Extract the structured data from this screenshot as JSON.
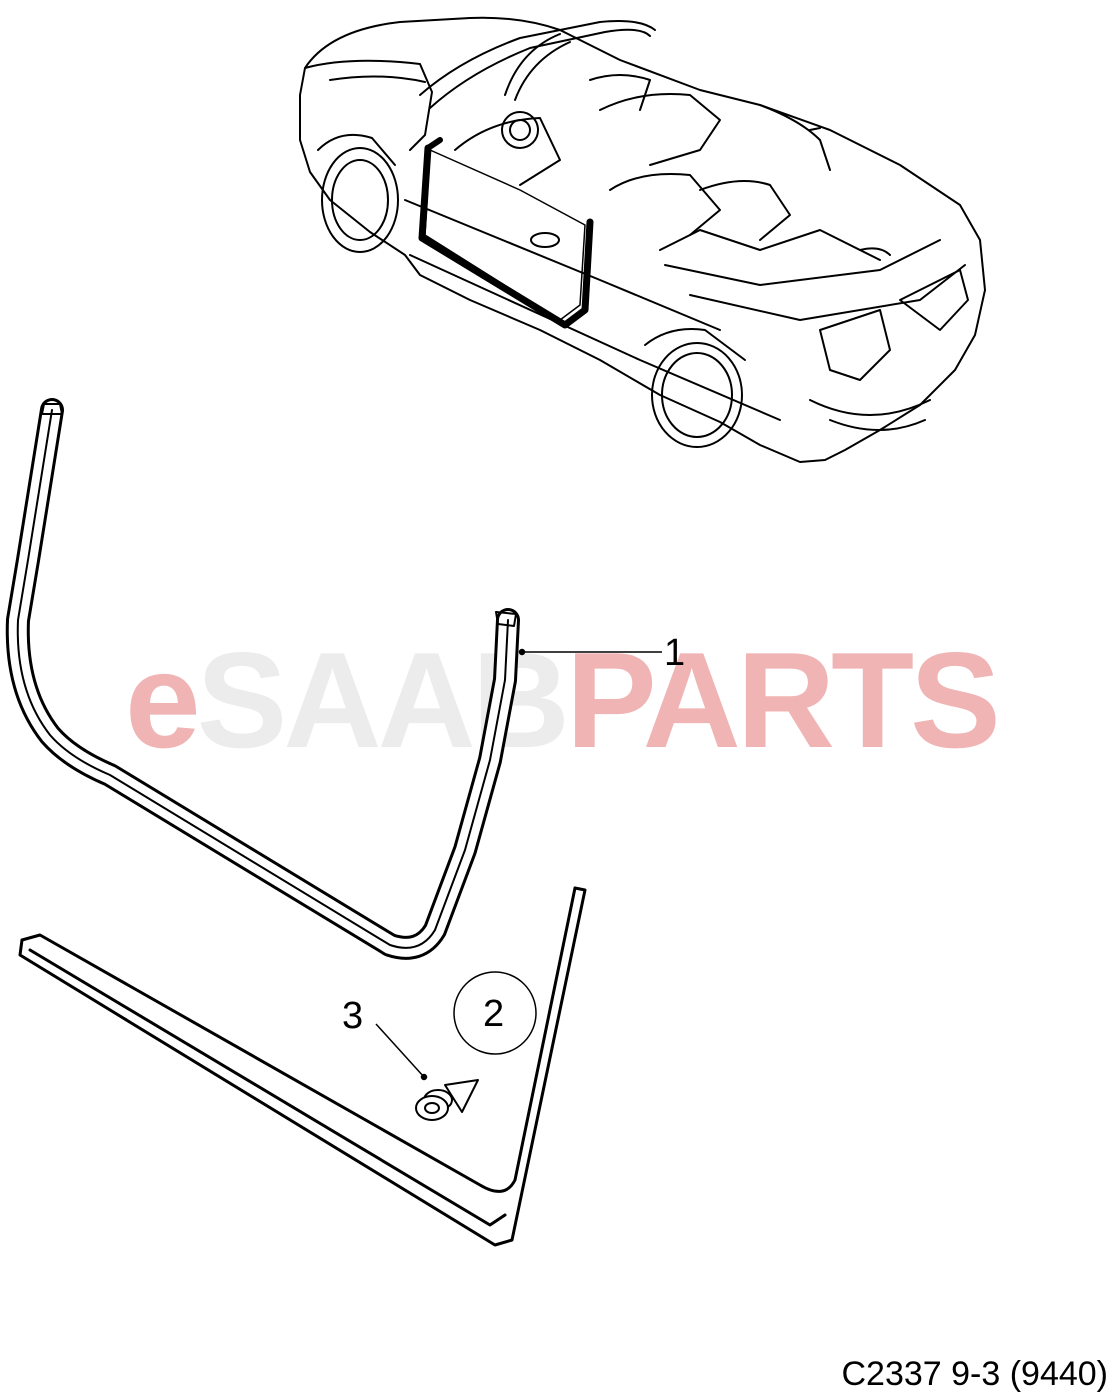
{
  "watermark": {
    "e": "e",
    "saab": "SAAB",
    "parts": "PARTS"
  },
  "callouts": {
    "part_1": "1",
    "part_2": "2",
    "part_3": "3"
  },
  "caption": "C2337 9-3 (9440)",
  "colors": {
    "line": "#000000",
    "background": "#ffffff",
    "watermark_accent": "#f0b4b4",
    "watermark_gray": "#ececec"
  }
}
